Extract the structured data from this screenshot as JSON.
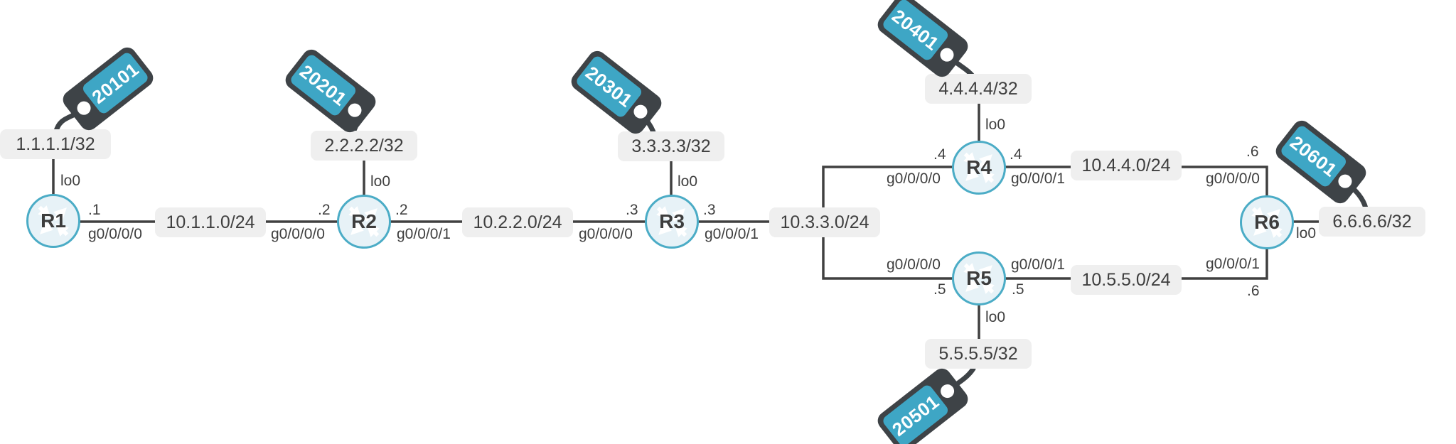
{
  "diagram": {
    "type": "network-topology",
    "colors": {
      "line": "#404040",
      "label_bg": "#efefef",
      "label_text": "#3f3f3f",
      "node_fill": "#e7f2f7",
      "node_border": "#4bacc6",
      "tag_body": "#3e4347",
      "tag_accent": "#3ea6c5",
      "tag_text": "#ffffff"
    },
    "routers": [
      {
        "name": "R1",
        "tag": "20101",
        "loopback_if": "lo0",
        "loopback_ip": "1.1.1.1/32",
        "right_ip": ".1",
        "right_if": "g0/0/0/0"
      },
      {
        "name": "R2",
        "tag": "20201",
        "loopback_if": "lo0",
        "loopback_ip": "2.2.2.2/32",
        "left_ip": ".2",
        "left_if": "g0/0/0/0",
        "right_ip": ".2",
        "right_if": "g0/0/0/1"
      },
      {
        "name": "R3",
        "tag": "20301",
        "loopback_if": "lo0",
        "loopback_ip": "3.3.3.3/32",
        "left_ip": ".3",
        "left_if": "g0/0/0/0",
        "right_ip": ".3",
        "right_if": "g0/0/0/1"
      },
      {
        "name": "R4",
        "tag": "20401",
        "loopback_if": "lo0",
        "loopback_ip": "4.4.4.4/32",
        "left_ip": ".4",
        "left_if": "g0/0/0/0",
        "right_ip": ".4",
        "right_if": "g0/0/0/1"
      },
      {
        "name": "R5",
        "tag": "20501",
        "loopback_if": "lo0",
        "loopback_ip": "5.5.5.5/32",
        "left_ip": ".5",
        "left_if": "g0/0/0/0",
        "right_ip": ".5",
        "right_if": "g0/0/0/1"
      },
      {
        "name": "R6",
        "tag": "20601",
        "loopback_if": "lo0",
        "loopback_ip": "6.6.6.6/32",
        "top_ip": ".6",
        "top_if": "g0/0/0/0",
        "bottom_ip": ".6",
        "bottom_if": "g0/0/0/1"
      }
    ],
    "networks": [
      {
        "cidr": "10.1.1.0/24"
      },
      {
        "cidr": "10.2.2.0/24"
      },
      {
        "cidr": "10.3.3.0/24"
      },
      {
        "cidr": "10.4.4.0/24"
      },
      {
        "cidr": "10.5.5.0/24"
      }
    ]
  }
}
